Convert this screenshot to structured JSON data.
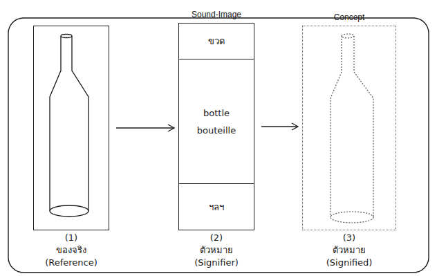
{
  "diagram": {
    "nodes": [
      {
        "text": [
          "(1)",
          "ของจริง",
          "(Reference)"
        ]
      },
      {
        "text": [
          "Sound-Image",
          "(2)",
          "ตัวหมาย",
          "(Signifier)"
        ]
      },
      {
        "text": [
          "ขวด"
        ],
        "in": 1
      },
      {
        "text": [
          "bottle bouteille"
        ],
        "in": 1
      },
      {
        "text": [
          "ฯลฯ"
        ],
        "in": 1
      },
      {
        "text": [
          "Concept",
          "(3)",
          "ตัวหมาย",
          "(Signified)"
        ]
      }
    ],
    "edges": [
      {
        "from": 0,
        "to": 1,
        "arrow": "to"
      },
      {
        "from": 1,
        "to": 5,
        "arrow": "to"
      }
    ]
  }
}
